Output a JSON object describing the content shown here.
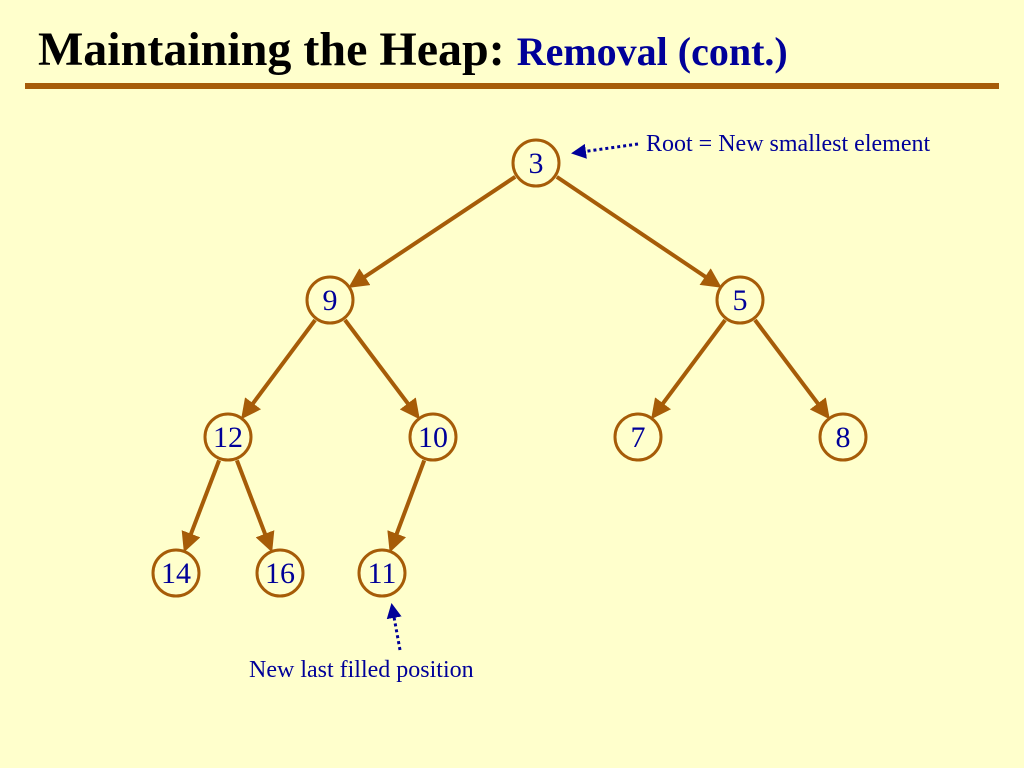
{
  "slide": {
    "title_main": "Maintaining the Heap: ",
    "title_sub": "Removal (cont.)"
  },
  "colors": {
    "background": "#FFFFCC",
    "node_stroke": "#A65C08",
    "edge": "#A65C08",
    "text": "#000099",
    "title": "#000000"
  },
  "heap": {
    "nodes": [
      {
        "id": "n3",
        "label": "3"
      },
      {
        "id": "n9",
        "label": "9"
      },
      {
        "id": "n5",
        "label": "5"
      },
      {
        "id": "n12",
        "label": "12"
      },
      {
        "id": "n10",
        "label": "10"
      },
      {
        "id": "n7",
        "label": "7"
      },
      {
        "id": "n8",
        "label": "8"
      },
      {
        "id": "n14",
        "label": "14"
      },
      {
        "id": "n16",
        "label": "16"
      },
      {
        "id": "n11",
        "label": "11"
      }
    ],
    "edges": [
      {
        "from": "n3",
        "to": "n9"
      },
      {
        "from": "n3",
        "to": "n5"
      },
      {
        "from": "n9",
        "to": "n12"
      },
      {
        "from": "n9",
        "to": "n10"
      },
      {
        "from": "n5",
        "to": "n7"
      },
      {
        "from": "n5",
        "to": "n8"
      },
      {
        "from": "n12",
        "to": "n14"
      },
      {
        "from": "n12",
        "to": "n16"
      },
      {
        "from": "n10",
        "to": "n11"
      }
    ]
  },
  "annotations": {
    "root_note": "Root = New smallest element",
    "last_note": "New last filled position"
  }
}
